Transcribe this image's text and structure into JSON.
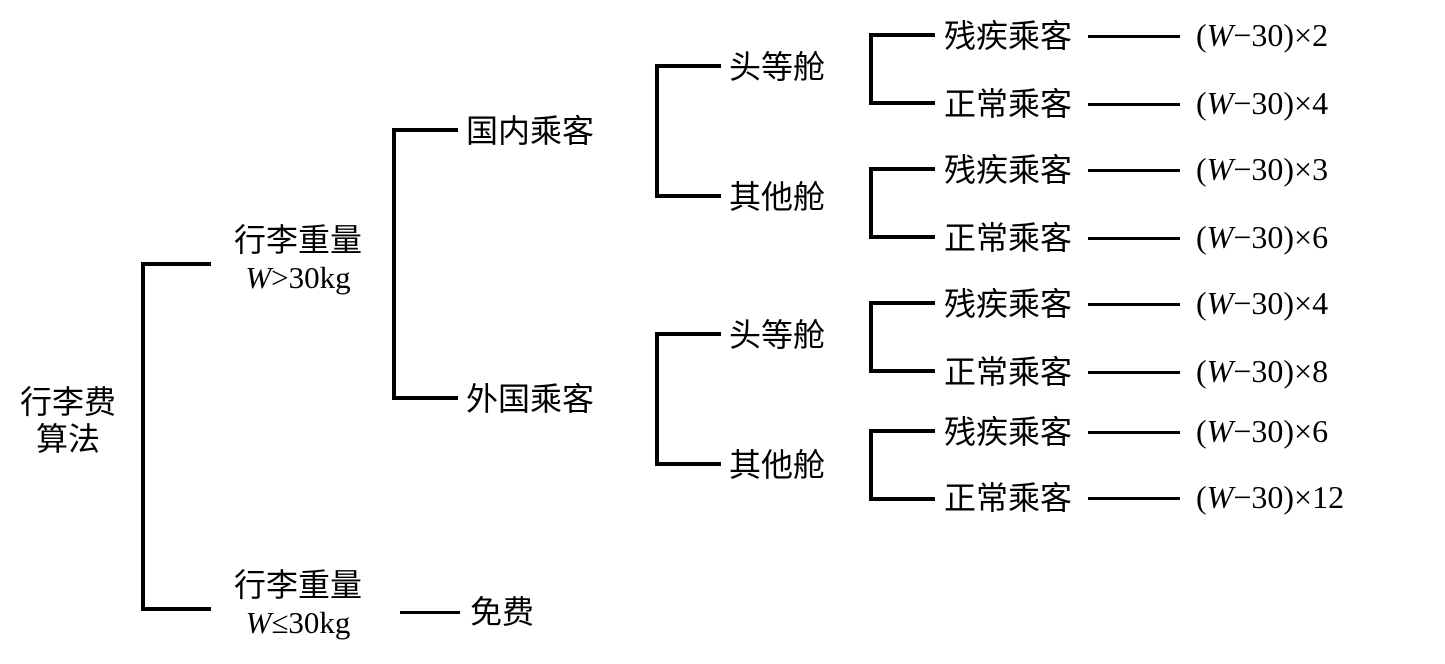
{
  "diagram": {
    "type": "tree",
    "title": "行李费算法",
    "root": {
      "label_line1": "行李费",
      "label_line2": "算法"
    },
    "level1": [
      {
        "label_line1": "行李重量",
        "label_line2_prefix": "W",
        "label_line2_rest": ">30kg"
      },
      {
        "label_line1": "行李重量",
        "label_line2_prefix": "W",
        "label_line2_rest": "≤30kg"
      }
    ],
    "level2": [
      {
        "label": "国内乘客"
      },
      {
        "label": "外国乘客"
      }
    ],
    "cabins": [
      {
        "label": "头等舱"
      },
      {
        "label": "其他舱"
      },
      {
        "label": "头等舱"
      },
      {
        "label": "其他舱"
      }
    ],
    "leaves": [
      {
        "passenger": "残疾乘客",
        "formula_open": "(",
        "formula_var": "W",
        "formula_mid": "−30)×",
        "formula_factor": "2"
      },
      {
        "passenger": "正常乘客",
        "formula_open": "(",
        "formula_var": "W",
        "formula_mid": "−30)×",
        "formula_factor": "4"
      },
      {
        "passenger": "残疾乘客",
        "formula_open": "(",
        "formula_var": "W",
        "formula_mid": "−30)×",
        "formula_factor": "3"
      },
      {
        "passenger": "正常乘客",
        "formula_open": "(",
        "formula_var": "W",
        "formula_mid": "−30)×",
        "formula_factor": "6"
      },
      {
        "passenger": "残疾乘客",
        "formula_open": "(",
        "formula_var": "W",
        "formula_mid": "−30)×",
        "formula_factor": "4"
      },
      {
        "passenger": "正常乘客",
        "formula_open": "(",
        "formula_var": "W",
        "formula_mid": "−30)×",
        "formula_factor": "8"
      },
      {
        "passenger": "残疾乘客",
        "formula_open": "(",
        "formula_var": "W",
        "formula_mid": "−30)×",
        "formula_factor": "6"
      },
      {
        "passenger": "正常乘客",
        "formula_open": "(",
        "formula_var": "W",
        "formula_mid": "−30)×",
        "formula_factor": "12"
      }
    ],
    "free_leaf": {
      "label": "免费"
    },
    "colors": {
      "line": "#000000",
      "text": "#000000",
      "background": "#ffffff"
    }
  }
}
